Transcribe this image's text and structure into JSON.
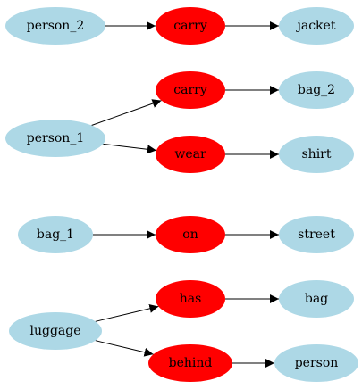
{
  "colors": {
    "entity_fill": "#add8e6",
    "relation_fill": "#ff0000",
    "edge": "#000000"
  },
  "nodes": [
    {
      "id": "person_2",
      "label": "person_2",
      "kind": "entity"
    },
    {
      "id": "carry_a",
      "label": "carry",
      "kind": "relation"
    },
    {
      "id": "jacket",
      "label": "jacket",
      "kind": "entity"
    },
    {
      "id": "person_1",
      "label": "person_1",
      "kind": "entity"
    },
    {
      "id": "carry_b",
      "label": "carry",
      "kind": "relation"
    },
    {
      "id": "bag_2",
      "label": "bag_2",
      "kind": "entity"
    },
    {
      "id": "wear",
      "label": "wear",
      "kind": "relation"
    },
    {
      "id": "shirt",
      "label": "shirt",
      "kind": "entity"
    },
    {
      "id": "bag_1",
      "label": "bag_1",
      "kind": "entity"
    },
    {
      "id": "on",
      "label": "on",
      "kind": "relation"
    },
    {
      "id": "street",
      "label": "street",
      "kind": "entity"
    },
    {
      "id": "luggage",
      "label": "luggage",
      "kind": "entity"
    },
    {
      "id": "has",
      "label": "has",
      "kind": "relation"
    },
    {
      "id": "bag",
      "label": "bag",
      "kind": "entity"
    },
    {
      "id": "behind",
      "label": "behind",
      "kind": "relation"
    },
    {
      "id": "person",
      "label": "person",
      "kind": "entity"
    }
  ],
  "edges": [
    {
      "from": "person_2",
      "to": "carry_a"
    },
    {
      "from": "carry_a",
      "to": "jacket"
    },
    {
      "from": "person_1",
      "to": "carry_b"
    },
    {
      "from": "carry_b",
      "to": "bag_2"
    },
    {
      "from": "person_1",
      "to": "wear"
    },
    {
      "from": "wear",
      "to": "shirt"
    },
    {
      "from": "bag_1",
      "to": "on"
    },
    {
      "from": "on",
      "to": "street"
    },
    {
      "from": "luggage",
      "to": "has"
    },
    {
      "from": "has",
      "to": "bag"
    },
    {
      "from": "luggage",
      "to": "behind"
    },
    {
      "from": "behind",
      "to": "person"
    }
  ]
}
